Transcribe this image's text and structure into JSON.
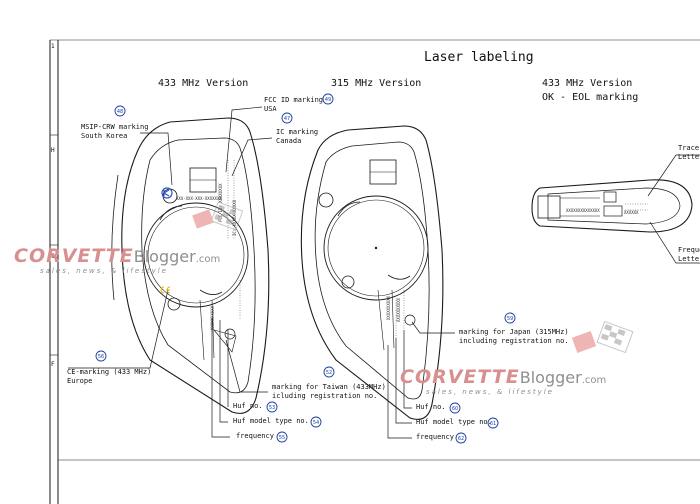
{
  "title": "Laser labeling",
  "columns": {
    "left": "433 MHz Version",
    "center": "315 MHz Version",
    "right_line1": "433 MHz Version",
    "right_line2": "OK - EOL marking"
  },
  "ruler": {
    "marks": [
      "1",
      "H",
      "G",
      "F"
    ]
  },
  "callouts": [
    {
      "num": "48",
      "line1": "MSIP-CRW marking",
      "line2": "South Korea"
    },
    {
      "num": "49",
      "line1": "FCC ID marking",
      "line2": "USA"
    },
    {
      "num": "47",
      "line1": "IC marking",
      "line2": "Canada"
    },
    {
      "num": "56",
      "line1": "CE-marking (433 MHz)",
      "line2": "Europe"
    },
    {
      "num": "52",
      "line1": "marking for Taiwan (433MHz)",
      "line2": "icluding registration no."
    },
    {
      "num": "53",
      "line1": "Huf no.",
      "line2": ""
    },
    {
      "num": "54",
      "line1": "Huf model type no.",
      "line2": ""
    },
    {
      "num": "55",
      "line1": "frequency",
      "line2": ""
    },
    {
      "num": "59",
      "line1": "marking for Japan (315MHz)",
      "line2": "including registration no."
    },
    {
      "num": "60",
      "line1": "Huf no.",
      "line2": ""
    },
    {
      "num": "61",
      "line1": "Huf model type no.",
      "line2": ""
    },
    {
      "num": "62",
      "line1": "frequency",
      "line2": ""
    }
  ],
  "cut_labels": {
    "trace_1": "Trace",
    "trace_2": "Letter",
    "freq_1": "Freque",
    "freq_2": "Letter"
  },
  "watermark": {
    "brand_part1": "CORVETTE",
    "brand_part2": "Blogger",
    "domain": ".com",
    "tagline": "sales, news, & lifestyle"
  },
  "colors": {
    "line": "#1a1a1a",
    "callout_badge": "#1d3fa0",
    "watermark_red": "#d88f8f",
    "watermark_gray": "#8f8f8f"
  }
}
